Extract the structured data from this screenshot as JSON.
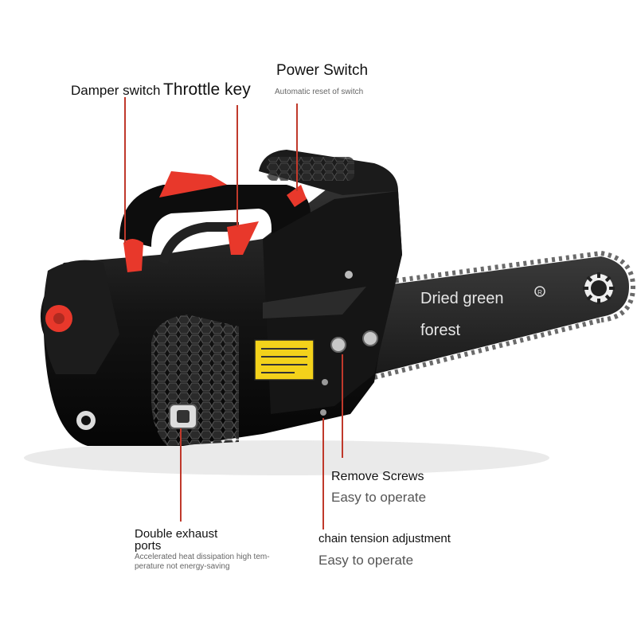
{
  "callouts": {
    "damper": {
      "title": "Damper switch"
    },
    "throttle": {
      "title": "Throttle key"
    },
    "power": {
      "title": "Power Switch",
      "note": "Automatic reset of switch"
    },
    "screws": {
      "title": "Remove Screws",
      "note": "Easy to operate"
    },
    "exhaust": {
      "title_line1": "Double exhaust",
      "title_line2": "ports",
      "note_line1": "Accelerated heat dissipation high tem-",
      "note_line2": "perature not energy-saving"
    },
    "tension": {
      "title": "chain tension adjustment",
      "note": "Easy to operate"
    }
  },
  "bar_text": {
    "line1": "Dried green",
    "line2": "forest"
  },
  "colors": {
    "accent": "#e8382b",
    "body": "#111111",
    "pointer": "#c0392b",
    "bar": "#2b2b2b"
  },
  "icons": [
    "hex-guard-icon",
    "warning-sticker-icon",
    "sprocket-icon",
    "registered-mark-icon"
  ]
}
